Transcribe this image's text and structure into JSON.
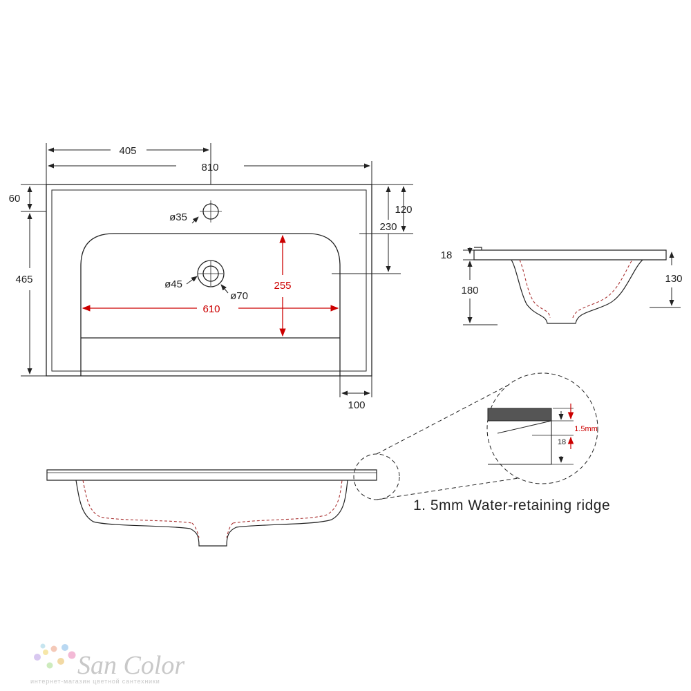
{
  "top_view": {
    "width_total": "810",
    "width_half": "405",
    "depth_total": "465",
    "back_margin": "60",
    "tap_offset": "120",
    "drain_offset": "230",
    "side_margin": "100",
    "tap_hole": "ø35",
    "drain_inner": "ø45",
    "drain_outer": "ø70",
    "bowl_width": "610",
    "bowl_depth": "255"
  },
  "side_view": {
    "rim_thickness": "18",
    "total_height": "180",
    "bowl_height": "130"
  },
  "detail_view": {
    "ridge_height": "1.5mm",
    "rim_thickness": "18"
  },
  "caption": "1. 5mm Water-retaining ridge",
  "watermark": {
    "brand": "San Color",
    "tagline": "интернет-магазин цветной сантехники"
  },
  "colors": {
    "line": "#222222",
    "accent": "#cc0000",
    "dashed": "#a33333",
    "watermark": "#c8c8c8"
  }
}
